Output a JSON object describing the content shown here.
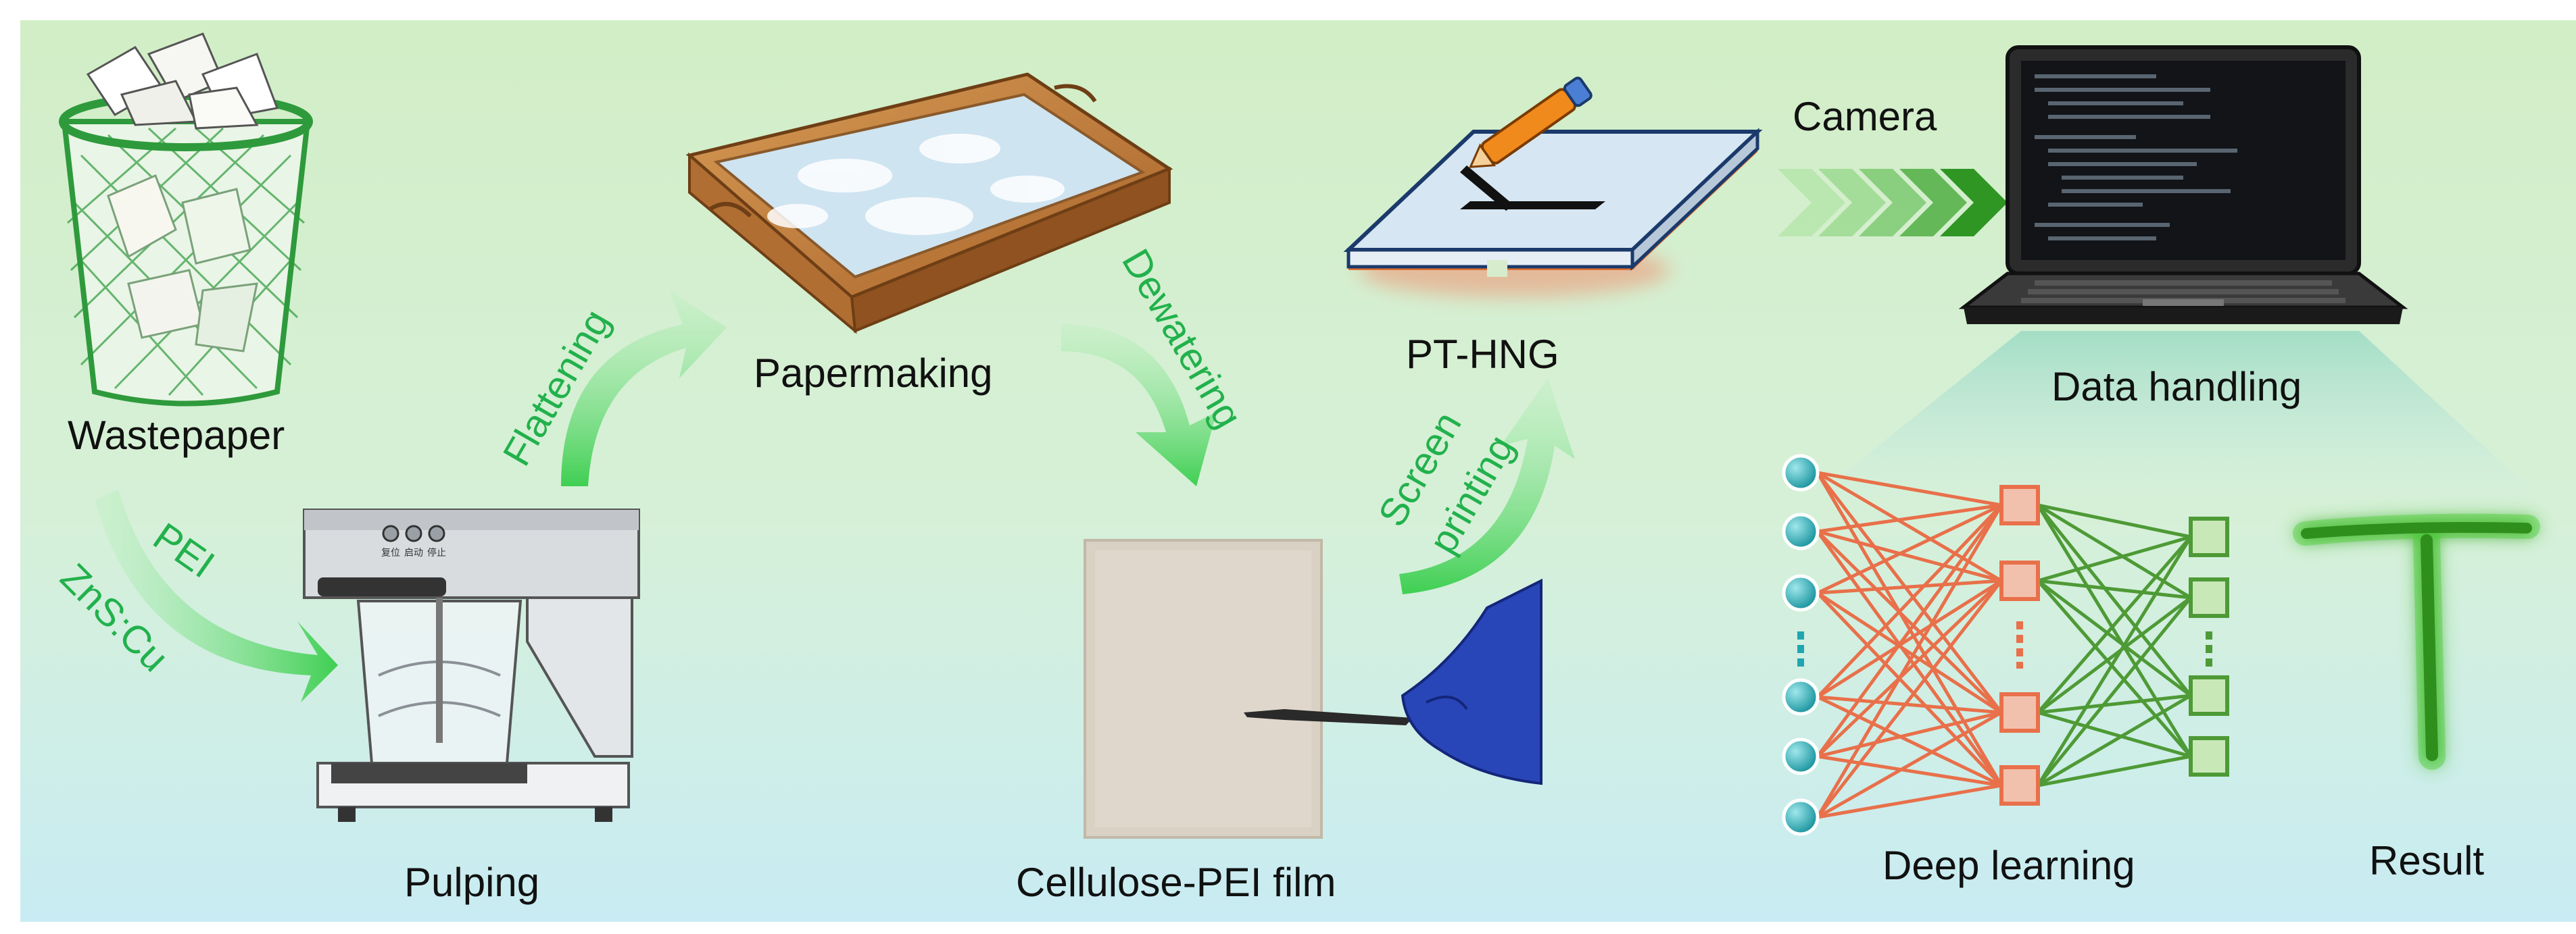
{
  "stages": {
    "wastepaper": "Wastepaper",
    "pulping": "Pulping",
    "papermaking": "Papermaking",
    "film": "Cellulose-PEI film",
    "pt_hng": "PT-HNG",
    "camera": "Camera",
    "data_handling": "Data handling",
    "deep_learning": "Deep learning",
    "result": "Result"
  },
  "arrow_labels": {
    "pei": "PEI",
    "zns": "ZnS:Cu",
    "flattening": "Flattening",
    "dewatering": "Dewatering",
    "screen": "Screen",
    "printing": "printing"
  },
  "machine_buttons": [
    "复位",
    "启动",
    "停止"
  ],
  "network": {
    "input_nodes": 6,
    "hidden_nodes": 4,
    "output_nodes": 4,
    "input_color": "#1fa6b0",
    "hidden_color": "#e8704a",
    "output_color": "#4e9a36"
  },
  "colors": {
    "accent_green": "#22b14c",
    "arrow_green": "#5fd36b",
    "background_top": "#d2eec6",
    "background_bottom": "#c8ecf3"
  },
  "result_glyph": "T"
}
